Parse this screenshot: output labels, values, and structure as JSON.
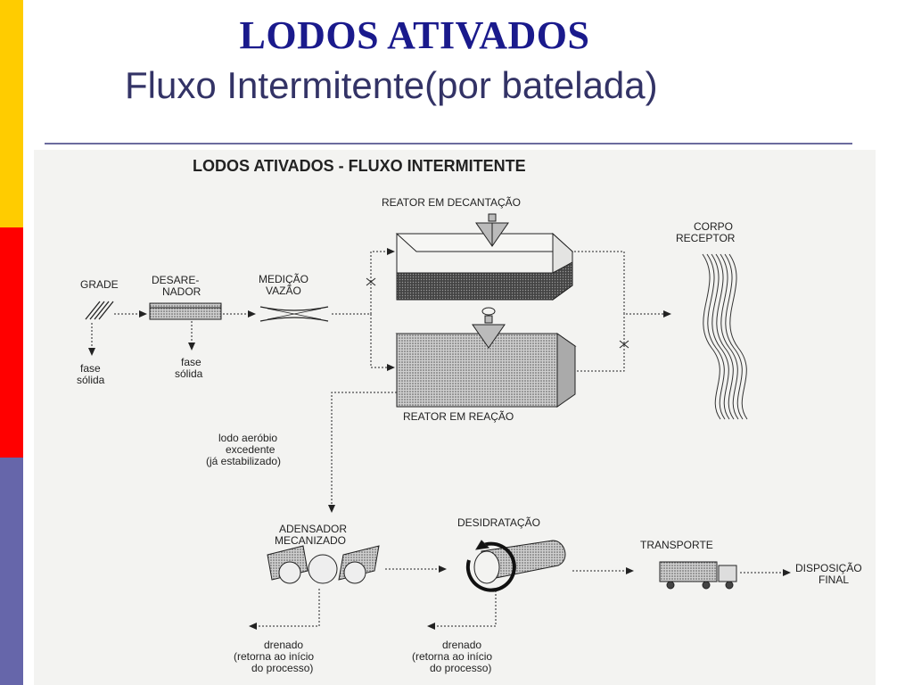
{
  "slide": {
    "title": "LODOS ATIVADOS",
    "subtitle": "Fluxo Intermitente(por batelada)"
  },
  "diagram": {
    "heading": "LODOS ATIVADOS - FLUXO INTERMITENTE",
    "labels": {
      "reator_decantacao": "REATOR EM DECANTAÇÃO",
      "corpo_l1": "CORPO",
      "corpo_l2": "RECEPTOR",
      "grade": "GRADE",
      "desar_l1": "DESARE-",
      "desar_l2": "NADOR",
      "medicao_l1": "MEDIÇÃO",
      "medicao_l2": "VAZÃO",
      "fase1_l1": "fase",
      "fase1_l2": "sólida",
      "fase2_l1": "fase",
      "fase2_l2": "sólida",
      "reator_reacao": "REATOR EM REAÇÃO",
      "lodo_l1": "lodo aeróbio",
      "lodo_l2": "excedente",
      "lodo_l3": "(já estabilizado)",
      "adens_l1": "ADENSADOR",
      "adens_l2": "MECANIZADO",
      "desidratacao": "DESIDRATAÇÃO",
      "transporte": "TRANSPORTE",
      "disp_l1": "DISPOSIÇÃO",
      "disp_l2": "FINAL",
      "dren1_l1": "drenado",
      "dren1_l2": "(retorna ao início",
      "dren1_l3": "do processo)",
      "dren2_l1": "drenado",
      "dren2_l2": "(retorna ao início",
      "dren2_l3": "do processo)"
    }
  },
  "colors": {
    "bar_yellow": "#ffcc00",
    "bar_red": "#ff0000",
    "bar_blue": "#6666aa",
    "title": "#1a1a8c",
    "subtitle": "#333366"
  }
}
